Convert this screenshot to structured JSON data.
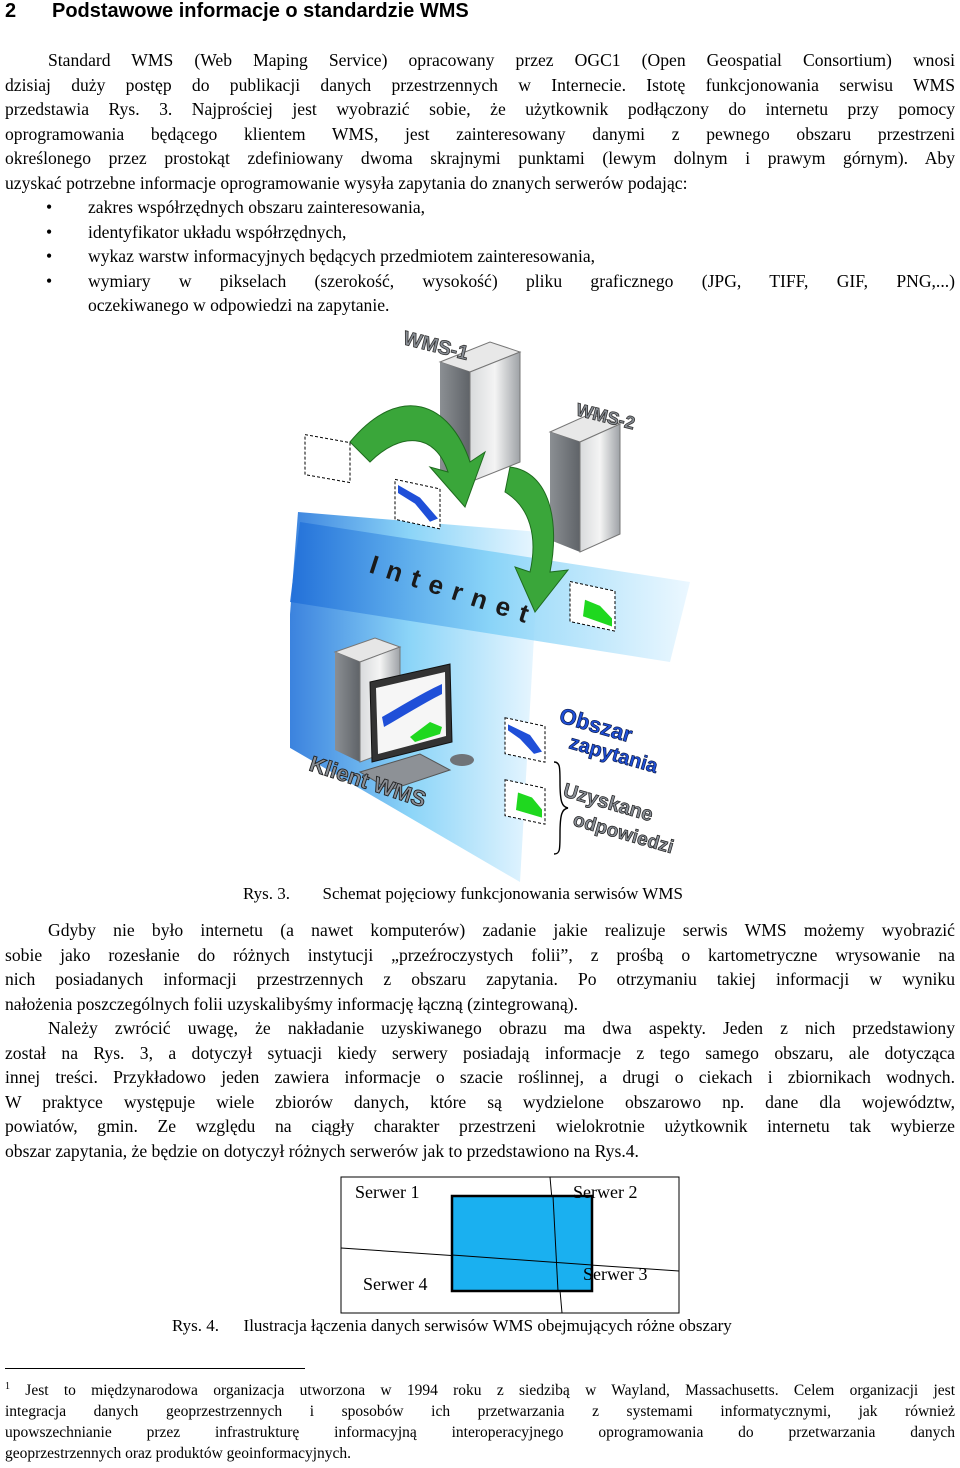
{
  "heading": {
    "number": "2",
    "title": "Podstawowe informacje o standardzie WMS"
  },
  "intro_lines": [
    "Standard WMS (Web Maping Service) opracowany przez OGC1 (Open Geospatial Consortium) wnosi",
    "dzisiaj duży postęp do publikacji danych przestrzennych w Internecie. Istotę funkcjonowania serwisu WMS",
    "przedstawia Rys. 3. Najprościej jest wyobrazić sobie, że użytkownik podłączony do internetu przy pomocy",
    "oprogramowania będącego klientem WMS, jest zainteresowany danymi z pewnego obszaru przestrzeni",
    "określonego przez prostokąt zdefiniowany dwoma skrajnymi punktami (lewym dolnym i prawym górnym). Aby",
    "uzyskać potrzebne informacje oprogramowanie wysyła zapytania do znanych serwerów podając:"
  ],
  "bullets": [
    [
      "zakres współrzędnych obszaru zainteresowania,"
    ],
    [
      "identyfikator układu współrzędnych,"
    ],
    [
      "wykaz warstw informacyjnych będących przedmiotem zainteresowania,"
    ],
    [
      "wymiary w pikselach (szerokość, wysokość) pliku graficznego (JPG, TIFF, GIF, PNG,...)",
      "oczekiwanego w odpowiedzi na zapytanie."
    ]
  ],
  "figure3": {
    "labels": {
      "wms1": "WMS-1",
      "wms2": "WMS-2",
      "internet": "Internet",
      "client": "Klient WMS",
      "area_line1": "Obszar",
      "area_line2": "zapytania",
      "result_line1": "Uzyskane",
      "result_line2": "odpowiedzi"
    },
    "caption_num": "Rys. 3.",
    "caption_text": "Schemat pojęciowy funkcjonowania serwisów WMS"
  },
  "para2_lines": [
    "Gdyby nie było internetu (a nawet komputerów) zadanie jakie realizuje serwis WMS możemy wyobrazić",
    "sobie jako rozesłanie do różnych instytucji „przeźroczystych folii”, z prośbą o kartometryczne wrysowanie na",
    "nich posiadanych informacji przestrzennych z obszaru zapytania. Po otrzymaniu takiej informacji w wyniku",
    "nałożenia poszczególnych folii uzyskalibyśmy informację łączną (zintegrowaną)."
  ],
  "para3_lines": [
    "Należy zwrócić uwagę, że nakładanie uzyskiwanego obrazu ma dwa aspekty. Jeden z nich przedstawiony",
    "został na Rys. 3, a dotyczył sytuacji kiedy serwery posiadają informacje z tego samego obszaru, ale dotycząca",
    "innej treści. Przykładowo jeden zawiera informacje o szacie roślinnej, a drugi o ciekach i zbiornikach wodnych.",
    "W praktyce występuje wiele zbiorów danych, które są wydzielone obszarowo np. dane dla województw,",
    "powiatów, gmin. Ze względu na ciągły charakter przestrzeni wielokrotnie użytkownik internetu tak wybierze",
    "obszar zapytania, że będzie on dotyczył różnych serwerów jak to przedstawiono na Rys.4."
  ],
  "figure4": {
    "server1": "Serwer 1",
    "server2": "Serwer 2",
    "server3": "Serwer 3",
    "server4": "Serwer 4",
    "caption_num": "Rys. 4.",
    "caption_text": "Ilustracja łączenia danych serwisów WMS obejmujących różne obszary",
    "fill_color": "#1ab0f0"
  },
  "footnote": {
    "mark": "1",
    "lines": [
      "Jest to międzynarodowa organizacja utworzona w 1994 roku z siedzibą w Wayland, Massachusetts. Celem organizacji jest",
      "integracja danych geoprzestrzennych i sposobów ich przetwarzania z systemami informatycznymi, jak również",
      "upowszechnianie przez infrastrukturę informacyjną interoperacyjnego oprogramowania do przetwarzania danych",
      "geoprzestrzennych oraz produktów geoinformacyjnych."
    ]
  },
  "colors": {
    "arrow_green": "#3aa63a",
    "water_blue": "#1f4fd8",
    "vegetation_green": "#1fd81f",
    "label_gray": "#8a8f96"
  }
}
